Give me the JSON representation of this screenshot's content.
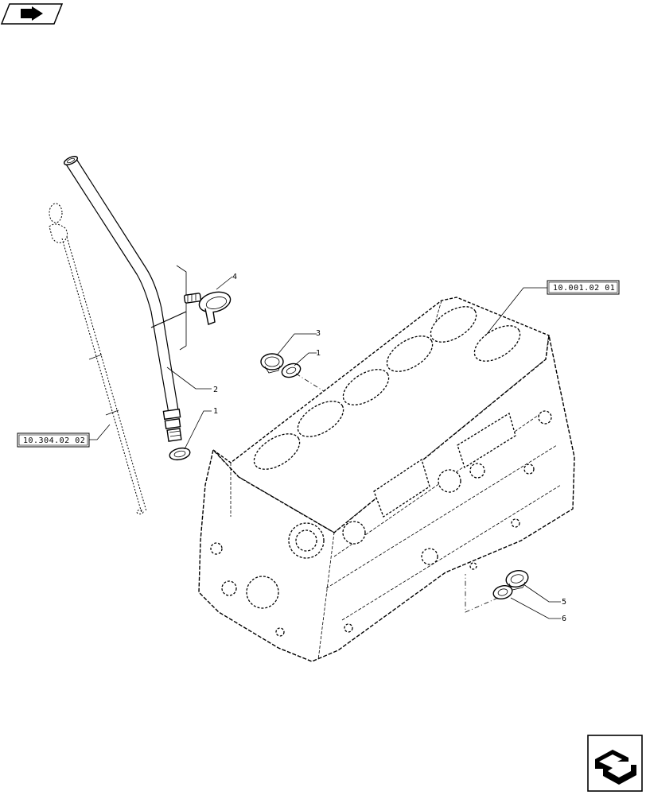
{
  "references": {
    "engine_block": "10.001.02 01",
    "dipstick": "10.304.02 02"
  },
  "callouts": {
    "item_1_upper": "1",
    "item_1_lower": "1",
    "item_2": "2",
    "item_3": "3",
    "item_4": "4",
    "item_5": "5",
    "item_6": "6"
  },
  "icons": {
    "top_left": "nav-prev-arrow-icon",
    "bottom_right": "nav-next-arrow-icon"
  }
}
